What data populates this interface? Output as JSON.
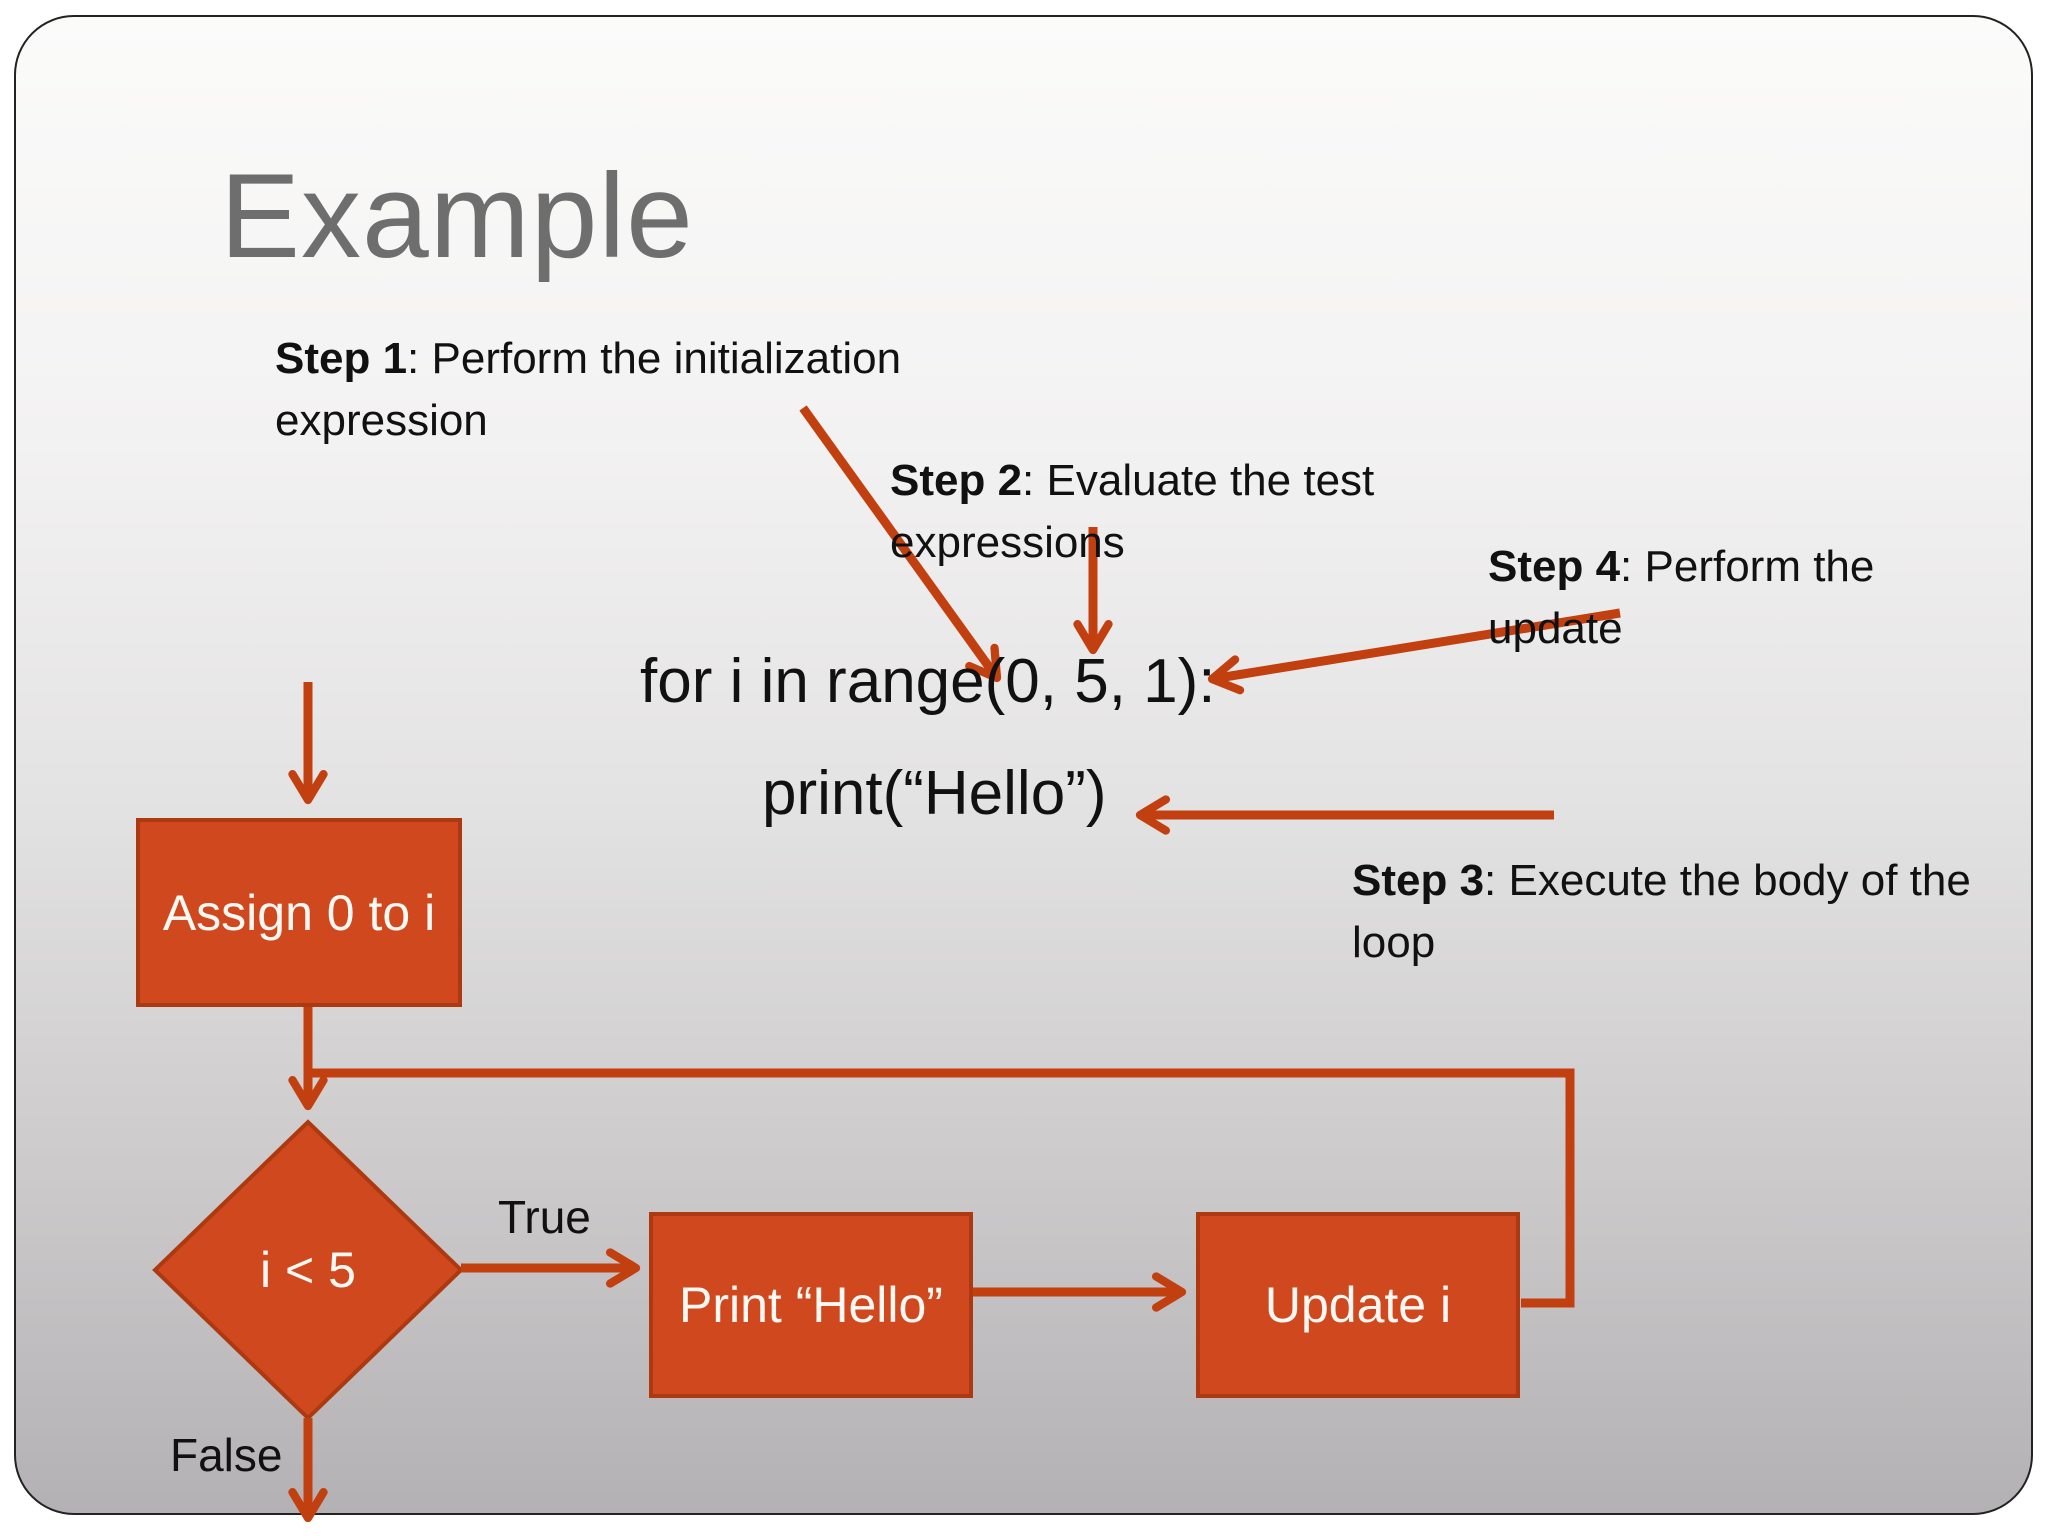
{
  "slide": {
    "title": "Example",
    "code_line1": "for i in range(0, 5, 1):",
    "code_line2": "print(“Hello”)",
    "steps": [
      {
        "label": "Step 1",
        "text": ": Perform the initialization expression"
      },
      {
        "label": "Step 2",
        "text": ": Evaluate the test expressions"
      },
      {
        "label": "Step 3",
        "text": ": Execute the body of the loop"
      },
      {
        "label": "Step 4",
        "text": ": Perform the update"
      }
    ],
    "flowchart": {
      "assign_box": "Assign 0 to i",
      "condition": "i < 5",
      "print_box": "Print “Hello”",
      "update_box": "Update i",
      "true_label": "True",
      "false_label": "False"
    },
    "colors": {
      "shape_fill": "#d0481d",
      "shape_border": "#ad3910",
      "arrow": "#c23f10",
      "title_gray": "#6e6e6e"
    }
  }
}
